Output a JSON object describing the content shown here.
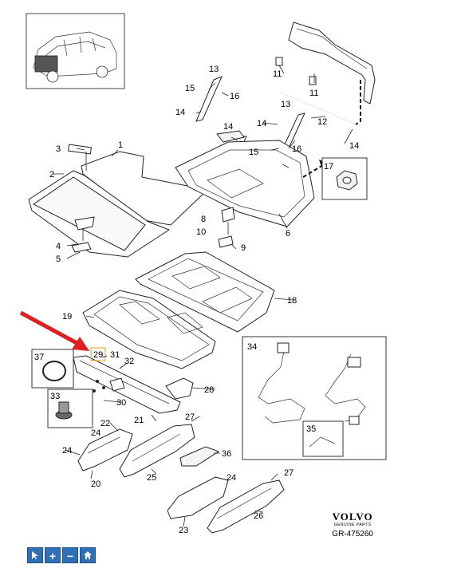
{
  "callouts": [
    "1",
    "2",
    "3",
    "4",
    "5",
    "6",
    "7",
    "8",
    "9",
    "10",
    "11",
    "11",
    "12",
    "13",
    "13",
    "14",
    "14",
    "14",
    "14",
    "15",
    "15",
    "16",
    "16",
    "17",
    "18",
    "19",
    "20",
    "21",
    "22",
    "23",
    "24",
    "24",
    "24",
    "25",
    "26",
    "27",
    "27",
    "28",
    "29",
    "30",
    "31",
    "32",
    "33",
    "34",
    "35",
    "36",
    "37"
  ],
  "brand": {
    "logo": "VOLVO",
    "subtitle": "GENUINE PARTS",
    "code": "GR-475260"
  },
  "toolbar": {
    "pointer": "pointer-icon",
    "zoom_in": "+",
    "zoom_out": "−",
    "home": "home-icon"
  },
  "colors": {
    "arrow": "#e02020",
    "highlight_box": "#f0b030",
    "toolbar": "#2f6fb5"
  }
}
